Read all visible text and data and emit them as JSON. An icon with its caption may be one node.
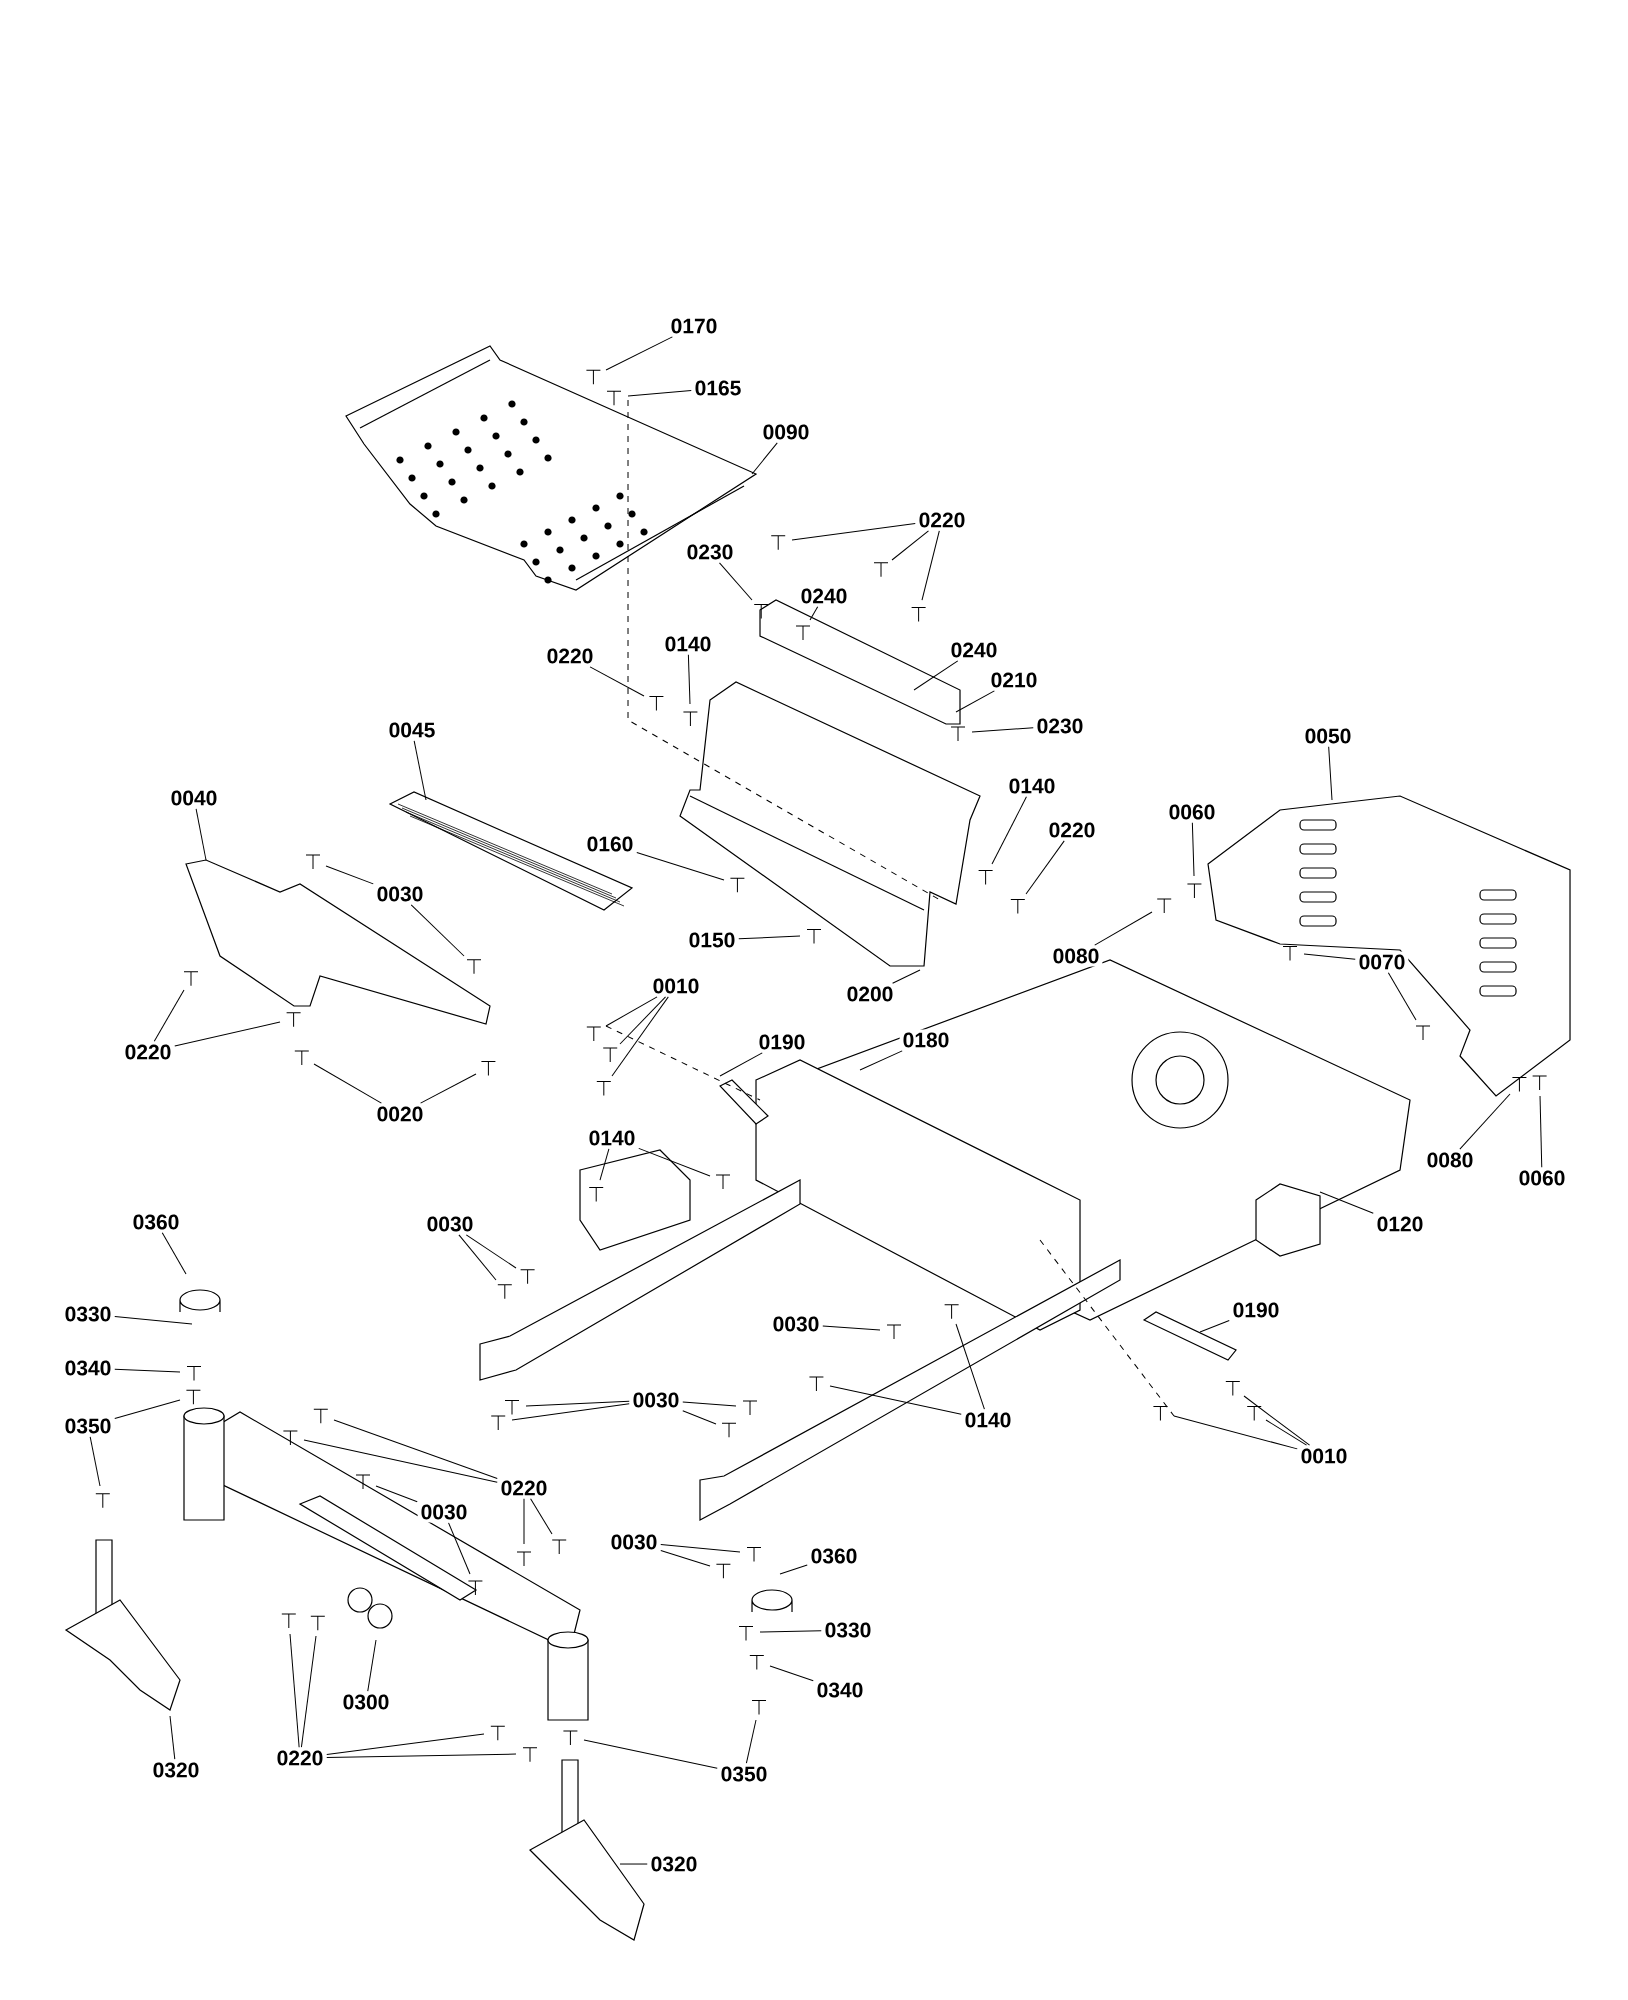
{
  "diagram": {
    "nodes": [
      {
        "text": [
          "0170"
        ]
      },
      {
        "text": [
          "0165"
        ]
      },
      {
        "text": [
          "0090"
        ]
      },
      {
        "text": [
          "0220"
        ]
      },
      {
        "text": [
          "0230"
        ]
      },
      {
        "text": [
          "0240"
        ]
      },
      {
        "text": [
          "0220"
        ]
      },
      {
        "text": [
          "0140"
        ]
      },
      {
        "text": [
          "0240"
        ]
      },
      {
        "text": [
          "0210"
        ]
      },
      {
        "text": [
          "0230"
        ]
      },
      {
        "text": [
          "0045"
        ]
      },
      {
        "text": [
          "0140"
        ]
      },
      {
        "text": [
          "0220"
        ]
      },
      {
        "text": [
          "0040"
        ]
      },
      {
        "text": [
          "0160"
        ]
      },
      {
        "text": [
          "0030"
        ]
      },
      {
        "text": [
          "0150"
        ]
      },
      {
        "text": [
          "0200"
        ]
      },
      {
        "text": [
          "0220"
        ]
      },
      {
        "text": [
          "0020"
        ]
      },
      {
        "text": [
          "0010"
        ]
      },
      {
        "text": [
          "0190"
        ]
      },
      {
        "text": [
          "0180"
        ]
      },
      {
        "text": [
          "0140"
        ]
      },
      {
        "text": [
          "0050"
        ]
      },
      {
        "text": [
          "0060"
        ]
      },
      {
        "text": [
          "0080"
        ]
      },
      {
        "text": [
          "0070"
        ]
      },
      {
        "text": [
          "0080"
        ]
      },
      {
        "text": [
          "0060"
        ]
      },
      {
        "text": [
          "0120"
        ]
      },
      {
        "text": [
          "0030"
        ]
      },
      {
        "text": [
          "0030"
        ]
      },
      {
        "text": [
          "0190"
        ]
      },
      {
        "text": [
          "0140"
        ]
      },
      {
        "text": [
          "0010"
        ]
      },
      {
        "text": [
          "0360"
        ]
      },
      {
        "text": [
          "0330"
        ]
      },
      {
        "text": [
          "0340"
        ]
      },
      {
        "text": [
          "0350"
        ]
      },
      {
        "text": [
          "0030"
        ]
      },
      {
        "text": [
          "0220"
        ]
      },
      {
        "text": [
          "0030"
        ]
      },
      {
        "text": [
          "0030"
        ]
      },
      {
        "text": [
          "0360"
        ]
      },
      {
        "text": [
          "0330"
        ]
      },
      {
        "text": [
          "0340"
        ]
      },
      {
        "text": [
          "0350"
        ]
      },
      {
        "text": [
          "0300"
        ]
      },
      {
        "text": [
          "0220"
        ]
      },
      {
        "text": [
          "0320"
        ]
      },
      {
        "text": [
          "0320"
        ]
      }
    ],
    "edges": [
      {
        "from": 0,
        "to": null,
        "arrow": "none"
      },
      {
        "from": 1,
        "to": null,
        "arrow": "none"
      },
      {
        "from": 2,
        "to": null,
        "arrow": "none"
      },
      {
        "from": 3,
        "to": null,
        "arrow": "none"
      },
      {
        "from": 3,
        "to": null,
        "arrow": "none"
      },
      {
        "from": 3,
        "to": null,
        "arrow": "none"
      },
      {
        "from": 4,
        "to": null,
        "arrow": "none"
      },
      {
        "from": 5,
        "to": null,
        "arrow": "none"
      },
      {
        "from": 6,
        "to": null,
        "arrow": "none"
      },
      {
        "from": 7,
        "to": null,
        "arrow": "none"
      },
      {
        "from": 8,
        "to": null,
        "arrow": "none"
      },
      {
        "from": 9,
        "to": null,
        "arrow": "none"
      },
      {
        "from": 10,
        "to": null,
        "arrow": "none"
      },
      {
        "from": 11,
        "to": null,
        "arrow": "none"
      },
      {
        "from": 12,
        "to": null,
        "arrow": "none"
      },
      {
        "from": 13,
        "to": null,
        "arrow": "none"
      },
      {
        "from": 14,
        "to": null,
        "arrow": "none"
      },
      {
        "from": 15,
        "to": null,
        "arrow": "none"
      },
      {
        "from": 16,
        "to": null,
        "arrow": "none"
      },
      {
        "from": 16,
        "to": null,
        "arrow": "none"
      },
      {
        "from": 17,
        "to": null,
        "arrow": "none"
      },
      {
        "from": 18,
        "to": null,
        "arrow": "none"
      },
      {
        "from": 19,
        "to": null,
        "arrow": "none"
      },
      {
        "from": 19,
        "to": null,
        "arrow": "none"
      },
      {
        "from": 20,
        "to": null,
        "arrow": "none"
      },
      {
        "from": 20,
        "to": null,
        "arrow": "none"
      },
      {
        "from": 21,
        "to": null,
        "arrow": "none"
      },
      {
        "from": 21,
        "to": null,
        "arrow": "none"
      },
      {
        "from": 21,
        "to": null,
        "arrow": "none"
      },
      {
        "from": 22,
        "to": null,
        "arrow": "none"
      },
      {
        "from": 23,
        "to": null,
        "arrow": "none"
      },
      {
        "from": 24,
        "to": null,
        "arrow": "none"
      },
      {
        "from": 24,
        "to": null,
        "arrow": "none"
      },
      {
        "from": 25,
        "to": null,
        "arrow": "none"
      },
      {
        "from": 26,
        "to": null,
        "arrow": "none"
      },
      {
        "from": 27,
        "to": null,
        "arrow": "none"
      },
      {
        "from": 28,
        "to": null,
        "arrow": "none"
      },
      {
        "from": 28,
        "to": null,
        "arrow": "none"
      },
      {
        "from": 29,
        "to": null,
        "arrow": "none"
      },
      {
        "from": 30,
        "to": null,
        "arrow": "none"
      },
      {
        "from": 31,
        "to": null,
        "arrow": "none"
      },
      {
        "from": 32,
        "to": null,
        "arrow": "none"
      },
      {
        "from": 32,
        "to": null,
        "arrow": "none"
      },
      {
        "from": 33,
        "to": null,
        "arrow": "none"
      },
      {
        "from": 34,
        "to": null,
        "arrow": "none"
      },
      {
        "from": 35,
        "to": null,
        "arrow": "none"
      },
      {
        "from": 35,
        "to": null,
        "arrow": "none"
      },
      {
        "from": 36,
        "to": null,
        "arrow": "none"
      },
      {
        "from": 36,
        "to": null,
        "arrow": "none"
      },
      {
        "from": 36,
        "to": null,
        "arrow": "none"
      },
      {
        "from": 37,
        "to": null,
        "arrow": "none"
      },
      {
        "from": 38,
        "to": null,
        "arrow": "none"
      },
      {
        "from": 39,
        "to": null,
        "arrow": "none"
      },
      {
        "from": 40,
        "to": null,
        "arrow": "none"
      },
      {
        "from": 40,
        "to": null,
        "arrow": "none"
      },
      {
        "from": 41,
        "to": null,
        "arrow": "none"
      },
      {
        "from": 41,
        "to": null,
        "arrow": "none"
      },
      {
        "from": 41,
        "to": null,
        "arrow": "none"
      },
      {
        "from": 41,
        "to": null,
        "arrow": "none"
      },
      {
        "from": 42,
        "to": null,
        "arrow": "none"
      },
      {
        "from": 42,
        "to": null,
        "arrow": "none"
      },
      {
        "from": 42,
        "to": null,
        "arrow": "none"
      },
      {
        "from": 42,
        "to": null,
        "arrow": "none"
      },
      {
        "from": 43,
        "to": null,
        "arrow": "none"
      },
      {
        "from": 43,
        "to": null,
        "arrow": "none"
      },
      {
        "from": 44,
        "to": null,
        "arrow": "none"
      },
      {
        "from": 44,
        "to": null,
        "arrow": "none"
      },
      {
        "from": 45,
        "to": null,
        "arrow": "none"
      },
      {
        "from": 46,
        "to": null,
        "arrow": "none"
      },
      {
        "from": 47,
        "to": null,
        "arrow": "none"
      },
      {
        "from": 48,
        "to": null,
        "arrow": "none"
      },
      {
        "from": 48,
        "to": null,
        "arrow": "none"
      },
      {
        "from": 49,
        "to": null,
        "arrow": "none"
      },
      {
        "from": 50,
        "to": null,
        "arrow": "none"
      },
      {
        "from": 50,
        "to": null,
        "arrow": "none"
      },
      {
        "from": 50,
        "to": null,
        "arrow": "none"
      },
      {
        "from": 50,
        "to": null,
        "arrow": "none"
      },
      {
        "from": 51,
        "to": null,
        "arrow": "none"
      },
      {
        "from": 52,
        "to": null,
        "arrow": "none"
      }
    ]
  }
}
